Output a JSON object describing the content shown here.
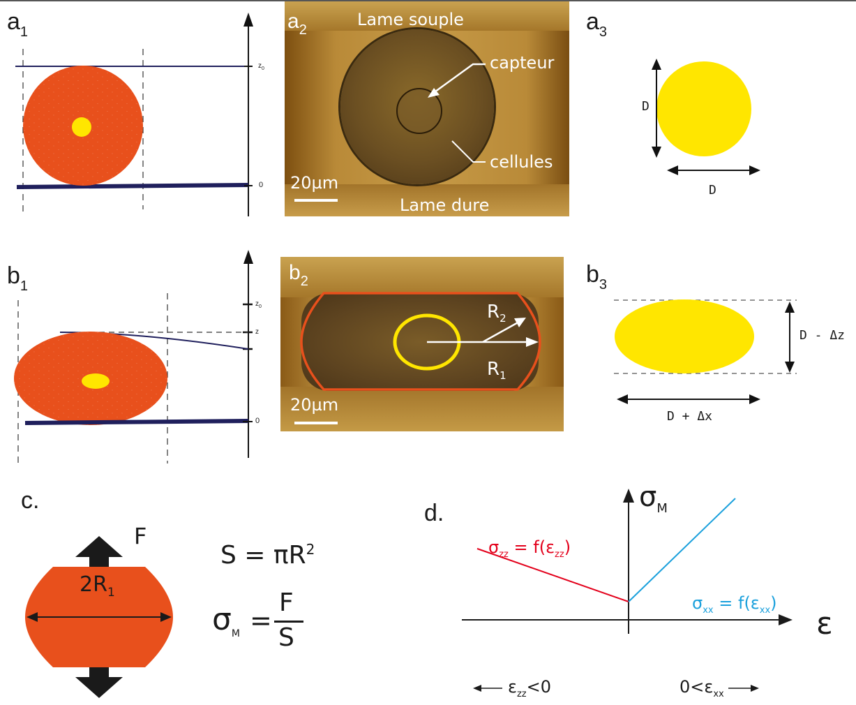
{
  "panels": {
    "a1": {
      "letter": "a",
      "sub": "1",
      "tick_top": "z",
      "tick_top_sub": "0",
      "tick_bottom": "0"
    },
    "a2": {
      "letter": "a",
      "sub": "2",
      "top_label": "Lame souple",
      "bottom_label": "Lame dure",
      "sensor_label": "capteur",
      "cells_label": "cellules",
      "scale_label": "20µm"
    },
    "a3": {
      "letter": "a",
      "sub": "3",
      "dim_vertical": "D",
      "dim_horizontal": "D"
    },
    "b1": {
      "letter": "b",
      "sub": "1",
      "tick_top": "z",
      "tick_top_sub": "0",
      "tick_mid": "z",
      "tick_bottom": "0"
    },
    "b2": {
      "letter": "b",
      "sub": "2",
      "r2_label": "R",
      "r2_sub": "2",
      "r1_label": "R",
      "r1_sub": "1",
      "scale_label": "20µm"
    },
    "b3": {
      "letter": "b",
      "sub": "3",
      "dim_vertical": "D - Δz",
      "dim_horizontal": "D + Δx"
    },
    "c": {
      "letter": "c.",
      "force_label": "F",
      "diameter_label": "2R",
      "diameter_sub": "1",
      "area_formula_lhs": "S = πR",
      "area_formula_exp": "2",
      "stress_lhs": "σ",
      "stress_lhs_sub": "M",
      "stress_num": "F",
      "stress_den": "S"
    },
    "d": {
      "letter": "d.",
      "y_axis": "σ",
      "y_axis_sub": "M",
      "x_axis": "ε",
      "zz_eq_sigma": "σ",
      "zz_eq_sub": "zz",
      "zz_eq_mid": "= f(ε",
      "zz_eq_sub2": "zz",
      "zz_eq_end": ")",
      "xx_eq_sigma": "σ",
      "xx_eq_sub": "xx",
      "xx_eq_mid": "= f(ε",
      "xx_eq_sub2": "xx",
      "xx_eq_end": ")",
      "neg_label": "ε",
      "neg_sub": "zz",
      "neg_end": "<0",
      "pos_label": "0<ε",
      "pos_sub": "xx"
    }
  },
  "colors": {
    "cells": "#e8501c",
    "sensor": "#ffe600",
    "plate": "#1f1f5c",
    "photo_bg": "#b9822a",
    "zz_line": "#e3001b",
    "xx_line": "#1aa0dc",
    "outline": "#e8501c"
  }
}
